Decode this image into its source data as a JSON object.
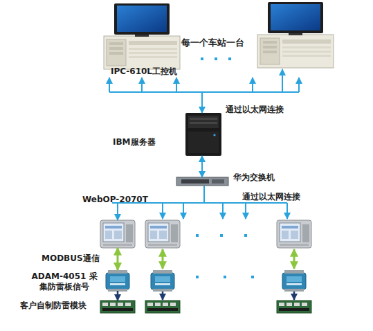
{
  "diagram": {
    "nodes": [
      {
        "text": [
          "IPC-610L工控机"
        ]
      },
      {
        "text": [
          "IBM服务器"
        ]
      },
      {
        "text": [
          "华为交换机"
        ]
      },
      {
        "text": [
          "WebOP-2070T"
        ]
      },
      {
        "text": [
          "ADAM-4051 采集防雷板信号"
        ]
      },
      {
        "text": [
          "客户自制防雷模块"
        ]
      }
    ],
    "edges": [
      {
        "from": 0,
        "to": 1,
        "arrow": "both"
      },
      {
        "from": 1,
        "to": 2,
        "arrow": "both"
      },
      {
        "from": 2,
        "to": 3,
        "arrow": "to"
      },
      {
        "from": 3,
        "to": 4,
        "label": "MODBUS通信",
        "arrow": "both"
      },
      {
        "from": 4,
        "to": 5,
        "arrow": "to"
      }
    ],
    "labels": [
      "每一个车站一台",
      "通过以太网连接",
      "通过以太网连接"
    ]
  }
}
